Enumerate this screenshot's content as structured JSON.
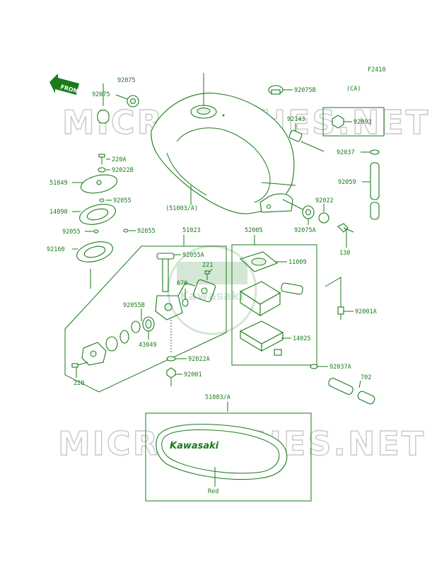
{
  "diagram_code": "F2410",
  "front_label": "FRONT",
  "watermark": "MICROFICHES.NET",
  "center_logo_text": "Kawasaki",
  "tank_badge": "Kawasaki",
  "color_note": "Red",
  "group_label_ca": "(CA)",
  "labels": {
    "p92075_top": "92075",
    "p92075_mid": "92075",
    "p220A": "220A",
    "p92022B": "92022B",
    "p51049": "51049",
    "p92055_a": "92055",
    "p14090": "14090",
    "p92055_b": "92055",
    "p92055_c": "92055",
    "p92160": "92160",
    "p51003A_top": "(51003/A)",
    "p92075B": "92075B",
    "p92093": "92093",
    "p92143": "92143",
    "p92037": "92037",
    "p92059": "92059",
    "p92022": "92022",
    "p92075A": "92075A",
    "p130": "130",
    "p51023": "51023",
    "p52005": "52005",
    "p92055A": "92055A",
    "p221": "221",
    "p11009": "11009",
    "p670": "670",
    "p92055B": "92055B",
    "p43049": "43049",
    "p92022A": "92022A",
    "p92001": "92001",
    "p220": "220",
    "p14025": "14025",
    "p92001A": "92001A",
    "p92037A": "92037A",
    "p702": "702",
    "p51003A_bottom": "51003/A"
  }
}
